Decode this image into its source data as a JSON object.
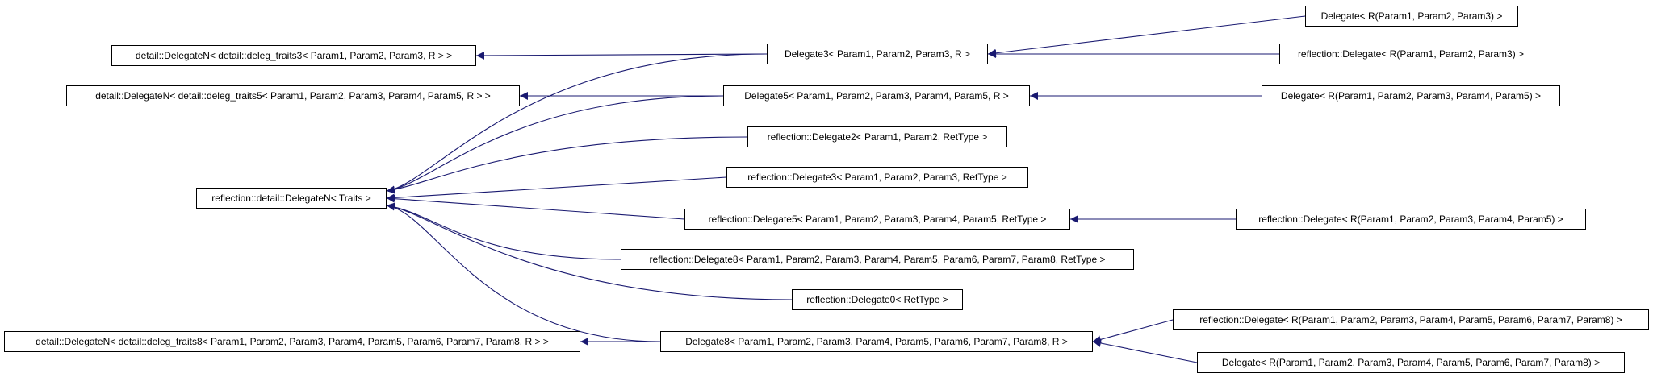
{
  "colors": {
    "edge": "#191970",
    "box_border": "#000000",
    "text": "#000000",
    "background": "#ffffff"
  },
  "nodes": {
    "n_delegate_r3": "Delegate< R(Param1, Param2, Param3) >",
    "n_detail_dn3": "detail::DelegateN< detail::deleg_traits3< Param1, Param2, Param3, R > >",
    "n_delegate3": "Delegate3< Param1, Param2, Param3, R >",
    "n_refl_delegate_r3": "reflection::Delegate< R(Param1, Param2, Param3) >",
    "n_detail_dn5": "detail::DelegateN< detail::deleg_traits5< Param1, Param2, Param3, Param4, Param5, R > >",
    "n_delegate5": "Delegate5< Param1, Param2, Param3, Param4, Param5, R >",
    "n_delegate_r5": "Delegate< R(Param1, Param2, Param3, Param4, Param5) >",
    "n_refl_delegate2": "reflection::Delegate2< Param1, Param2, RetType >",
    "n_refl_delegate3": "reflection::Delegate3< Param1, Param2, Param3, RetType >",
    "n_base": "reflection::detail::DelegateN< Traits >",
    "n_refl_delegate5": "reflection::Delegate5< Param1, Param2, Param3, Param4, Param5, RetType >",
    "n_refl_delegate_r5": "reflection::Delegate< R(Param1, Param2, Param3, Param4, Param5) >",
    "n_refl_delegate8": "reflection::Delegate8< Param1, Param2, Param3, Param4, Param5, Param6, Param7, Param8, RetType >",
    "n_refl_delegate0": "reflection::Delegate0< RetType >",
    "n_refl_delegate_r8": "reflection::Delegate< R(Param1, Param2, Param3, Param4, Param5, Param6, Param7, Param8) >",
    "n_detail_dn8": "detail::DelegateN< detail::deleg_traits8< Param1, Param2, Param3, Param4, Param5, Param6, Param7, Param8, R > >",
    "n_delegate8": "Delegate8< Param1, Param2, Param3, Param4, Param5, Param6, Param7, Param8, R >",
    "n_delegate_r8": "Delegate< R(Param1, Param2, Param3, Param4, Param5, Param6, Param7, Param8) >"
  },
  "edges": [
    {
      "from": "n_delegate_r3",
      "to": "n_delegate3"
    },
    {
      "from": "n_refl_delegate_r3",
      "to": "n_delegate3"
    },
    {
      "from": "n_delegate3",
      "to": "n_detail_dn3"
    },
    {
      "from": "n_delegate3",
      "to": "n_base"
    },
    {
      "from": "n_delegate_r5",
      "to": "n_delegate5"
    },
    {
      "from": "n_delegate5",
      "to": "n_detail_dn5"
    },
    {
      "from": "n_delegate5",
      "to": "n_base"
    },
    {
      "from": "n_refl_delegate2",
      "to": "n_base"
    },
    {
      "from": "n_refl_delegate3",
      "to": "n_base"
    },
    {
      "from": "n_refl_delegate5",
      "to": "n_base"
    },
    {
      "from": "n_refl_delegate_r5",
      "to": "n_refl_delegate5"
    },
    {
      "from": "n_refl_delegate8",
      "to": "n_base"
    },
    {
      "from": "n_refl_delegate0",
      "to": "n_base"
    },
    {
      "from": "n_delegate8",
      "to": "n_base"
    },
    {
      "from": "n_delegate8",
      "to": "n_detail_dn8"
    },
    {
      "from": "n_refl_delegate_r8",
      "to": "n_delegate8"
    },
    {
      "from": "n_delegate_r8",
      "to": "n_delegate8"
    }
  ]
}
